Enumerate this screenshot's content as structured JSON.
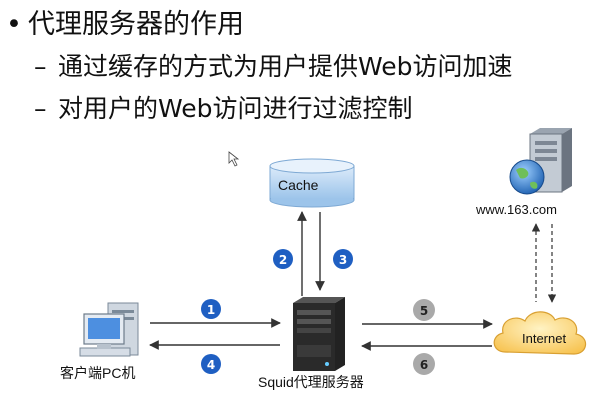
{
  "bullets": {
    "title": "代理服务器的作用",
    "items": [
      "通过缓存的方式为用户提供Web访问加速",
      "对用户的Web访问进行过滤控制"
    ]
  },
  "diagram": {
    "cache_label": "Cache",
    "website_label": "www.163.com",
    "internet_label": "Internet",
    "client_label": "客户端PC机",
    "proxy_label": "Squid代理服务器",
    "steps": [
      "1",
      "2",
      "3",
      "4",
      "5",
      "6"
    ]
  },
  "colors": {
    "blue_badge": "#1f5fc2",
    "gray_badge": "#a9a9a9",
    "cloud_fill": "#ffd36b",
    "cache_fill": "#bcd8f3"
  }
}
